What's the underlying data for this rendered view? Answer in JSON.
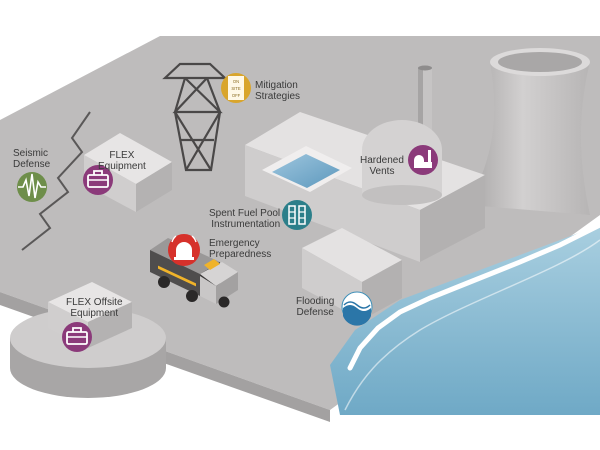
{
  "labels": {
    "mitigation": [
      "Mitigation",
      "Strategies"
    ],
    "seismic": [
      "Seismic",
      "Defense"
    ],
    "flex": [
      "FLEX",
      "Equipment"
    ],
    "hardened": [
      "Hardened",
      "Vents"
    ],
    "spent_fuel": [
      "Spent Fuel Pool",
      "Instrumentation"
    ],
    "emergency": [
      "Emergency",
      "Preparedness"
    ],
    "flex_offsite": [
      "FLEX Offsite",
      "Equipment"
    ],
    "flooding": [
      "Flooding",
      "Defense"
    ]
  },
  "icon_badges": {
    "document_lines": [
      "ON",
      "SITE",
      "OFF"
    ]
  },
  "colors": {
    "purple_badge": "#8b3a7a",
    "teal_badge": "#2c7f8a",
    "green_badge": "#6e8e4a",
    "red_badge": "#d6312b",
    "gold_badge": "#d9a52c",
    "sea_blue": "#89bcd4",
    "ground_gray": "#bdbbbb"
  }
}
